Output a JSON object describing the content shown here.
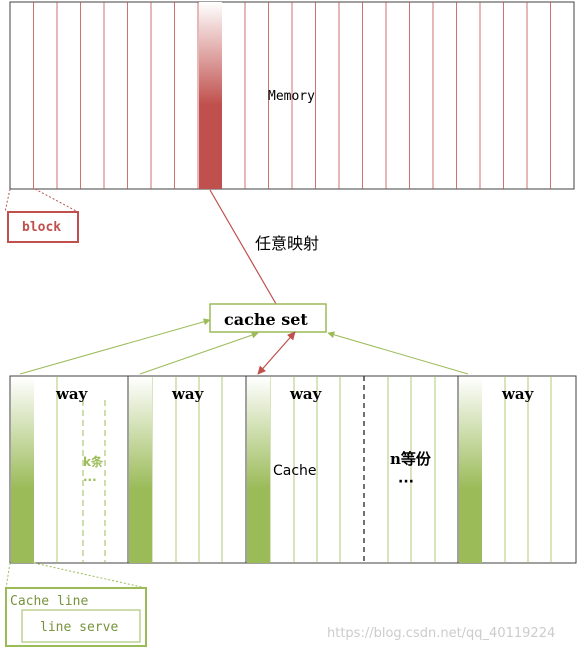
{
  "labels": {
    "memory": "Memory",
    "block": "block",
    "mapping": "任意映射",
    "cache_set": "cache set",
    "way_1": "way",
    "way_2": "way",
    "way_3": "way",
    "way_4": "way",
    "k_lines": "k条",
    "k_dots": "···",
    "cache": "Cache",
    "n_parts": "n等份",
    "n_dots": "···",
    "cache_line": "Cache line",
    "line_serve": "line serve",
    "watermark": "https://blog.csdn.net/qq_40119224"
  },
  "colors": {
    "memory_line": "#c0504d",
    "memory_block_fill": "#c0504d",
    "cache_line_green": "#9bbb59",
    "cache_fill_green": "#9bbb59",
    "arrow_red": "#c0504d",
    "arrow_green": "#9bbb59",
    "divider_dark": "#404040",
    "text_dark": "#000000",
    "cache_line_text": "#77933c",
    "watermark": "#cccccc"
  }
}
